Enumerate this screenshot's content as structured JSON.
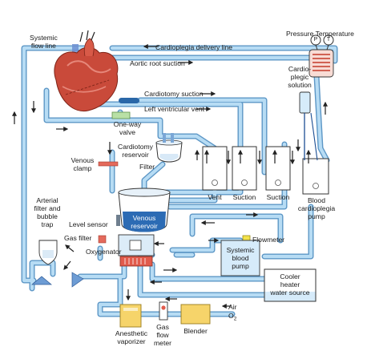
{
  "labels": {
    "systemic_flow_line": [
      "Systemic",
      "flow line"
    ],
    "cardioplegia_delivery_line": "Cardioplegia delivery line",
    "pressure_temperature": "Pressure Temperature",
    "pressure_gauge_letter": "P",
    "temperature_gauge_letter": "T",
    "aortic_root_suction": "Aortic root suction",
    "cardioplegic_solution": [
      "Cardio-",
      "plegic",
      "solution"
    ],
    "cardiotomy_suction": "Cardiotomy suction",
    "left_ventricular_vent": "Left ventricular vent",
    "one_way_valve": [
      "One-way",
      "valve"
    ],
    "cardiotomy_reservoir": [
      "Cardiotomy",
      "reservoir"
    ],
    "filter": "Filter",
    "venous_clamp": [
      "Venous",
      "clamp"
    ],
    "vent": "Vent",
    "suction_1": "Suction",
    "suction_2": "Suction",
    "blood_cardioplegia_pump": [
      "Blood",
      "cardioplegia",
      "pump"
    ],
    "arterial_filter_bubble_trap": [
      "Arterial",
      "filter and",
      "bubble",
      "trap"
    ],
    "level_sensor": "Level sensor",
    "venous_reservoir": [
      "Venous",
      "reservoir"
    ],
    "gas_filter": "Gas filter",
    "oxygenator": "Oxygenator",
    "flowmeter": "Flowmeter",
    "systemic_blood_pump": [
      "Systemic",
      "blood",
      "pump"
    ],
    "cooler_heater": [
      "Cooler",
      "heater",
      "water source"
    ],
    "air": "Air",
    "o2_main": "O",
    "o2_sub": "2",
    "anesthetic_vaporizer": [
      "Anesthetic",
      "vaporizer"
    ],
    "gas_flow_meter": [
      "Gas",
      "flow",
      "meter"
    ],
    "blender": "Blender"
  },
  "colors": {
    "tubing": "#a9d3ef",
    "tubing_outline": "#5d97c6",
    "heart": "#c94a3a",
    "device_blue": "#cfe6f7",
    "yellow_device": "#f6d46a",
    "arrow": "#222222"
  },
  "icons": [
    "heart-illustration",
    "roller-pump-icon",
    "pressure-gauge-icon",
    "temperature-gauge-icon"
  ]
}
